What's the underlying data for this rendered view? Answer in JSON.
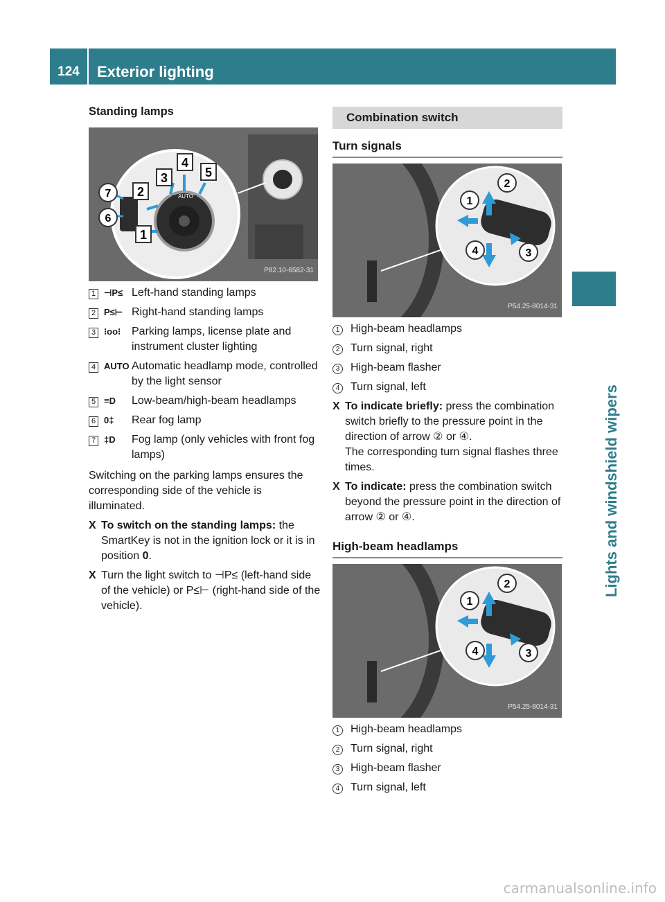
{
  "header": {
    "page_number": "124",
    "title": "Exterior lighting"
  },
  "side_tab": {
    "label": "Lights and windshield wipers"
  },
  "left": {
    "heading": "Standing lamps",
    "figure": {
      "code": "P82.10-6582-31",
      "callouts": [
        "1",
        "2",
        "3",
        "4",
        "5",
        "6",
        "7"
      ],
      "switch_label": "AUTO"
    },
    "legend": [
      {
        "num": "1",
        "symbol": "⊣P≤",
        "text": "Left-hand standing lamps"
      },
      {
        "num": "2",
        "symbol": "P≤⊢",
        "text": "Right-hand standing lamps"
      },
      {
        "num": "3",
        "symbol": "⁝oo⁝",
        "text": "Parking lamps, license plate and instrument cluster lighting"
      },
      {
        "num": "4",
        "symbol": "AUTO",
        "text": "Automatic headlamp mode, controlled by the light sensor"
      },
      {
        "num": "5",
        "symbol": "≡D",
        "text": "Low-beam/high-beam headlamps"
      },
      {
        "num": "6",
        "symbol": "0‡",
        "text": "Rear fog lamp"
      },
      {
        "num": "7",
        "symbol": "‡D",
        "text": "Fog lamp (only vehicles with front fog lamps)"
      }
    ],
    "para": "Switching on the parking lamps ensures the corresponding side of the vehicle is illuminated.",
    "steps": [
      {
        "bold": "To switch on the standing lamps:",
        "text": " the SmartKey is not in the ignition lock or it is in position ",
        "bold_end": "0",
        "text_end": "."
      },
      {
        "bold": "",
        "text": "Turn the light switch to ⊣P≤ (left-hand side of the vehicle) or P≤⊢ (right-hand side of the vehicle).",
        "bold_end": "",
        "text_end": ""
      }
    ]
  },
  "right": {
    "section_title": "Combination switch",
    "turn_signals": {
      "heading": "Turn signals",
      "figure_code": "P54.25-8014-31",
      "legend": [
        {
          "num": "1",
          "text": "High-beam headlamps"
        },
        {
          "num": "2",
          "text": "Turn signal, right"
        },
        {
          "num": "3",
          "text": "High-beam flasher"
        },
        {
          "num": "4",
          "text": "Turn signal, left"
        }
      ],
      "steps": [
        {
          "bold": "To indicate briefly:",
          "text": " press the combination switch briefly to the pressure point in the direction of arrow ② or ④.",
          "extra": "The corresponding turn signal flashes three times."
        },
        {
          "bold": "To indicate:",
          "text": " press the combination switch beyond the pressure point in the direction of arrow ② or ④.",
          "extra": ""
        }
      ]
    },
    "high_beam": {
      "heading": "High-beam headlamps",
      "figure_code": "P54.25-8014-31",
      "legend": [
        {
          "num": "1",
          "text": "High-beam headlamps"
        },
        {
          "num": "2",
          "text": "Turn signal, right"
        },
        {
          "num": "3",
          "text": "High-beam flasher"
        },
        {
          "num": "4",
          "text": "Turn signal, left"
        }
      ]
    }
  },
  "footer": {
    "watermark": "carmanualsonline.info"
  }
}
